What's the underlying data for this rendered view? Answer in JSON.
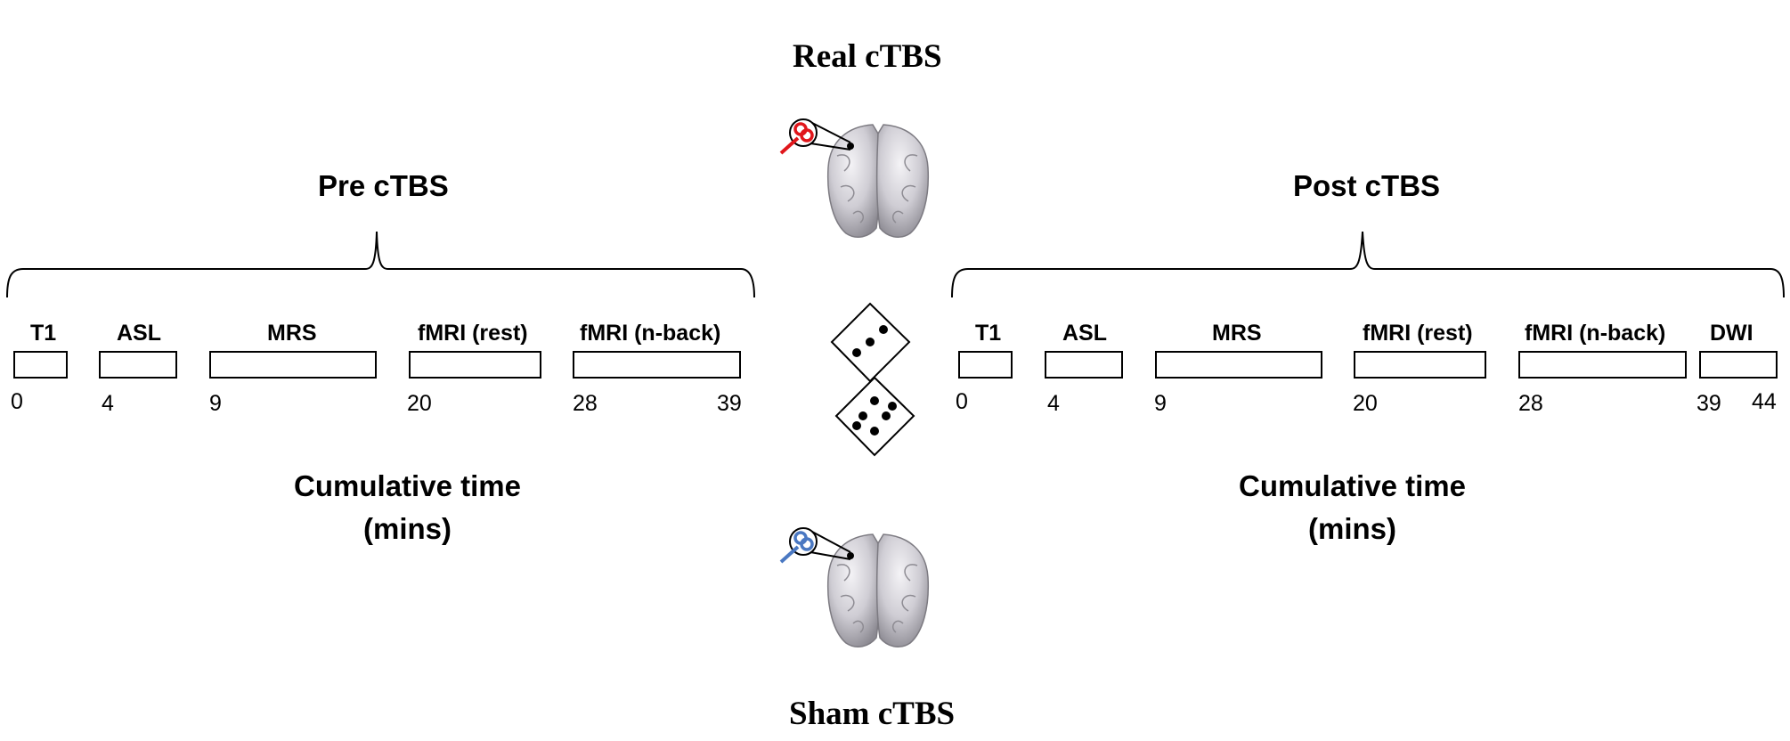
{
  "titles": {
    "real": "Real cTBS",
    "sham": "Sham cTBS"
  },
  "pre": {
    "heading": "Pre cTBS",
    "segments": [
      {
        "label": "T1",
        "start": "0"
      },
      {
        "label": "ASL",
        "start": "4"
      },
      {
        "label": "MRS",
        "start": "9"
      },
      {
        "label": "fMRI (rest)",
        "start": "20"
      },
      {
        "label": "fMRI (n-back)",
        "start": "28",
        "end": "39"
      }
    ],
    "cumulative_line1": "Cumulative time",
    "cumulative_line2": "(mins)"
  },
  "post": {
    "heading": "Post cTBS",
    "segments": [
      {
        "label": "T1",
        "start": "0"
      },
      {
        "label": "ASL",
        "start": "4"
      },
      {
        "label": "MRS",
        "start": "9"
      },
      {
        "label": "fMRI (rest)",
        "start": "20"
      },
      {
        "label": "fMRI (n-back)",
        "start": "28"
      },
      {
        "label": "DWI",
        "start": "39",
        "end": "44"
      }
    ],
    "cumulative_line1": "Cumulative time",
    "cumulative_line2": "(mins)"
  },
  "icons": {
    "real_coil": "tms-coil-icon",
    "sham_coil": "tms-coil-icon",
    "brain": "brain-icon",
    "dice": "dice-icon"
  },
  "colors": {
    "real_coil": "#e0161b",
    "sham_coil": "#4a78c2"
  }
}
